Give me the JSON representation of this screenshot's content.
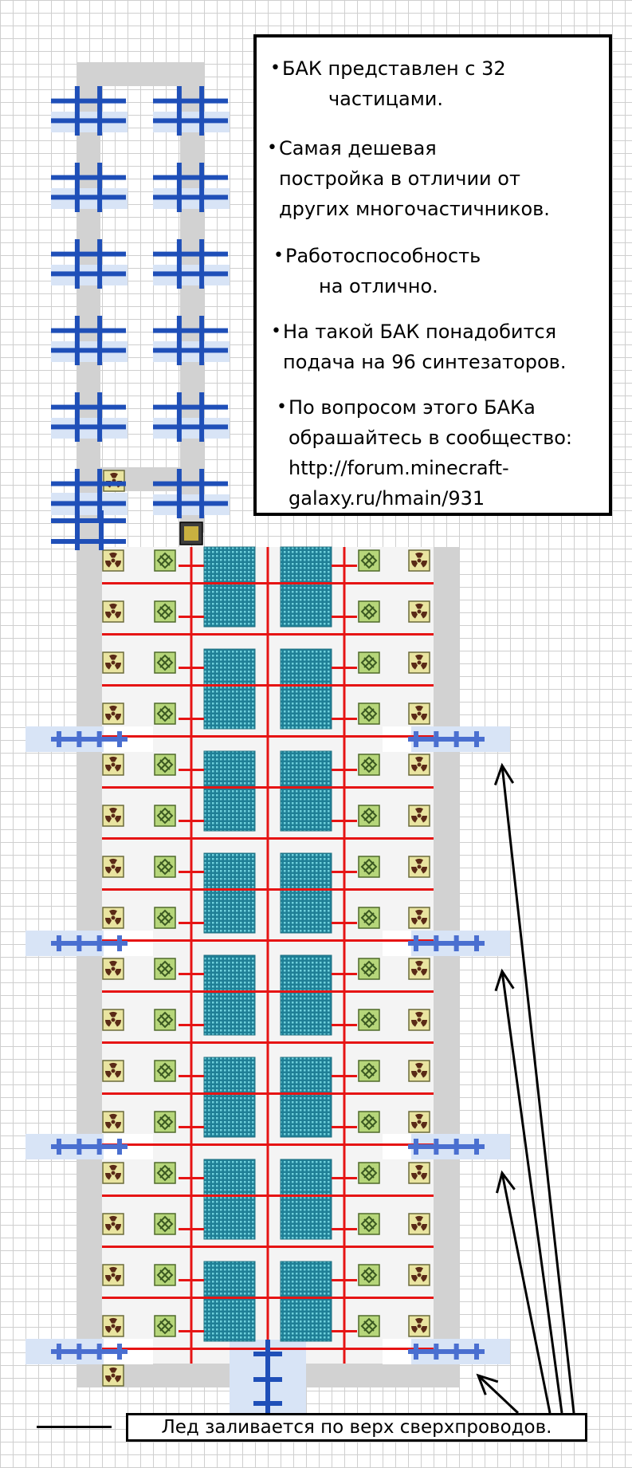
{
  "info_notes": [
    {
      "lines": [
        "БАК представлен с 32",
        "частицами."
      ]
    },
    {
      "lines": [
        "Самая дешевая",
        "постройка в отличии от",
        "других многочастичников."
      ]
    },
    {
      "lines": [
        "Работоспособность",
        "на отлично."
      ]
    },
    {
      "lines": [
        "На такой БАК понадобится",
        "подача на 96 синтезаторов."
      ]
    },
    {
      "lines": [
        "По вопросом этого БАКа",
        "обрашайтесь в сообщество:",
        "http://forum.minecraft-",
        "galaxy.ru/hmain/931"
      ]
    }
  ],
  "caption": "Лед заливается по верх сверхпроводов.",
  "colors": {
    "grid": "#cfcfcf",
    "frame": "#d2d2d2",
    "superconductor": "#1f4fb8",
    "ice": "#d8e4f6",
    "pipe": "#e61414",
    "core": "#2a9aa8",
    "radiation_block": "#e9e4a0",
    "green_block": "#b6d67a"
  },
  "icons": [
    "radiation-icon",
    "catalyst-icon",
    "chest-icon"
  ],
  "layout": {
    "reactor_rows": 16,
    "core_blocks_per_column": 8,
    "superconductor_top_rows": 6,
    "side_clusters": 4
  }
}
